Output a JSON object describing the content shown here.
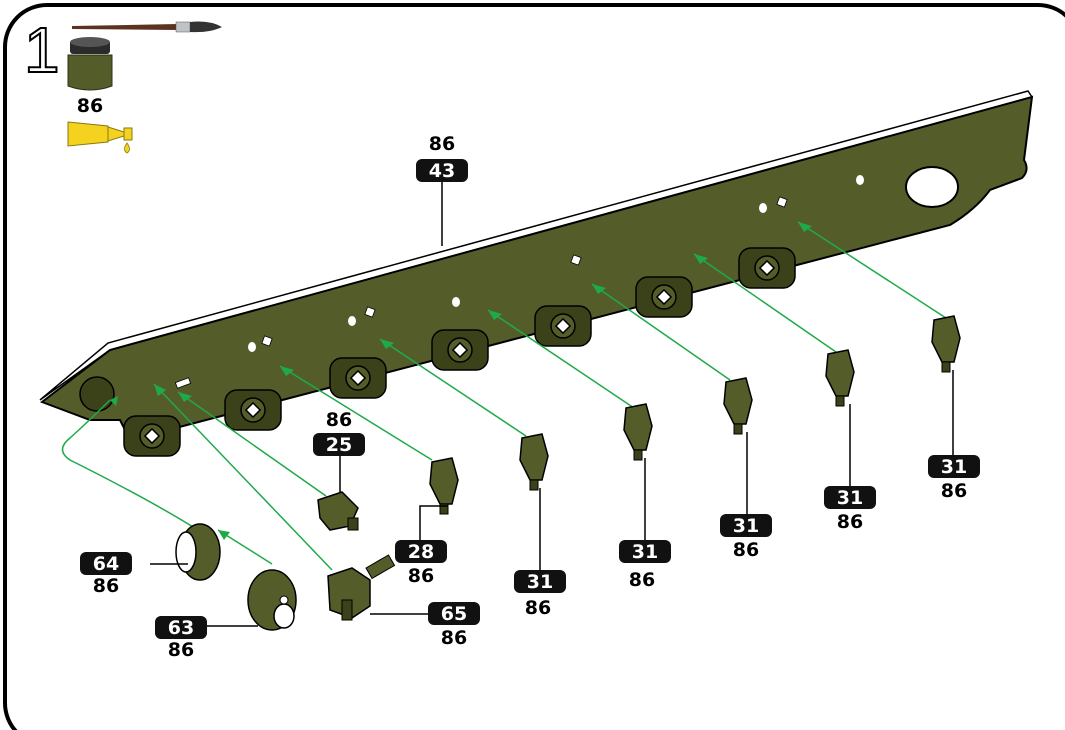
{
  "step": {
    "number": "1"
  },
  "paint": {
    "code": "86"
  },
  "colors": {
    "hull": "#545d2a",
    "hull_dark": "#3b4219",
    "arrow": "#1faa4a",
    "glue": "#f4d21f",
    "paint_cap": "#2b2b2b",
    "brush_handle": "#5b3320",
    "tag_bg": "#111111",
    "tag_text": "#ffffff"
  },
  "icons": [
    "paintbrush-icon",
    "paint-pot-icon",
    "glue-tube-icon"
  ],
  "parts": {
    "hull_plate": {
      "part": "43",
      "color": "86"
    },
    "p25": {
      "part": "25",
      "color": "86"
    },
    "p28": {
      "part": "28",
      "color": "86"
    },
    "p31a": {
      "part": "31",
      "color": "86"
    },
    "p31b": {
      "part": "31",
      "color": "86"
    },
    "p31c": {
      "part": "31",
      "color": "86"
    },
    "p31d": {
      "part": "31",
      "color": "86"
    },
    "p31e": {
      "part": "31",
      "color": "86"
    },
    "p64": {
      "part": "64",
      "color": "86"
    },
    "p63": {
      "part": "63",
      "color": "86"
    },
    "p65": {
      "part": "65",
      "color": "86"
    }
  }
}
